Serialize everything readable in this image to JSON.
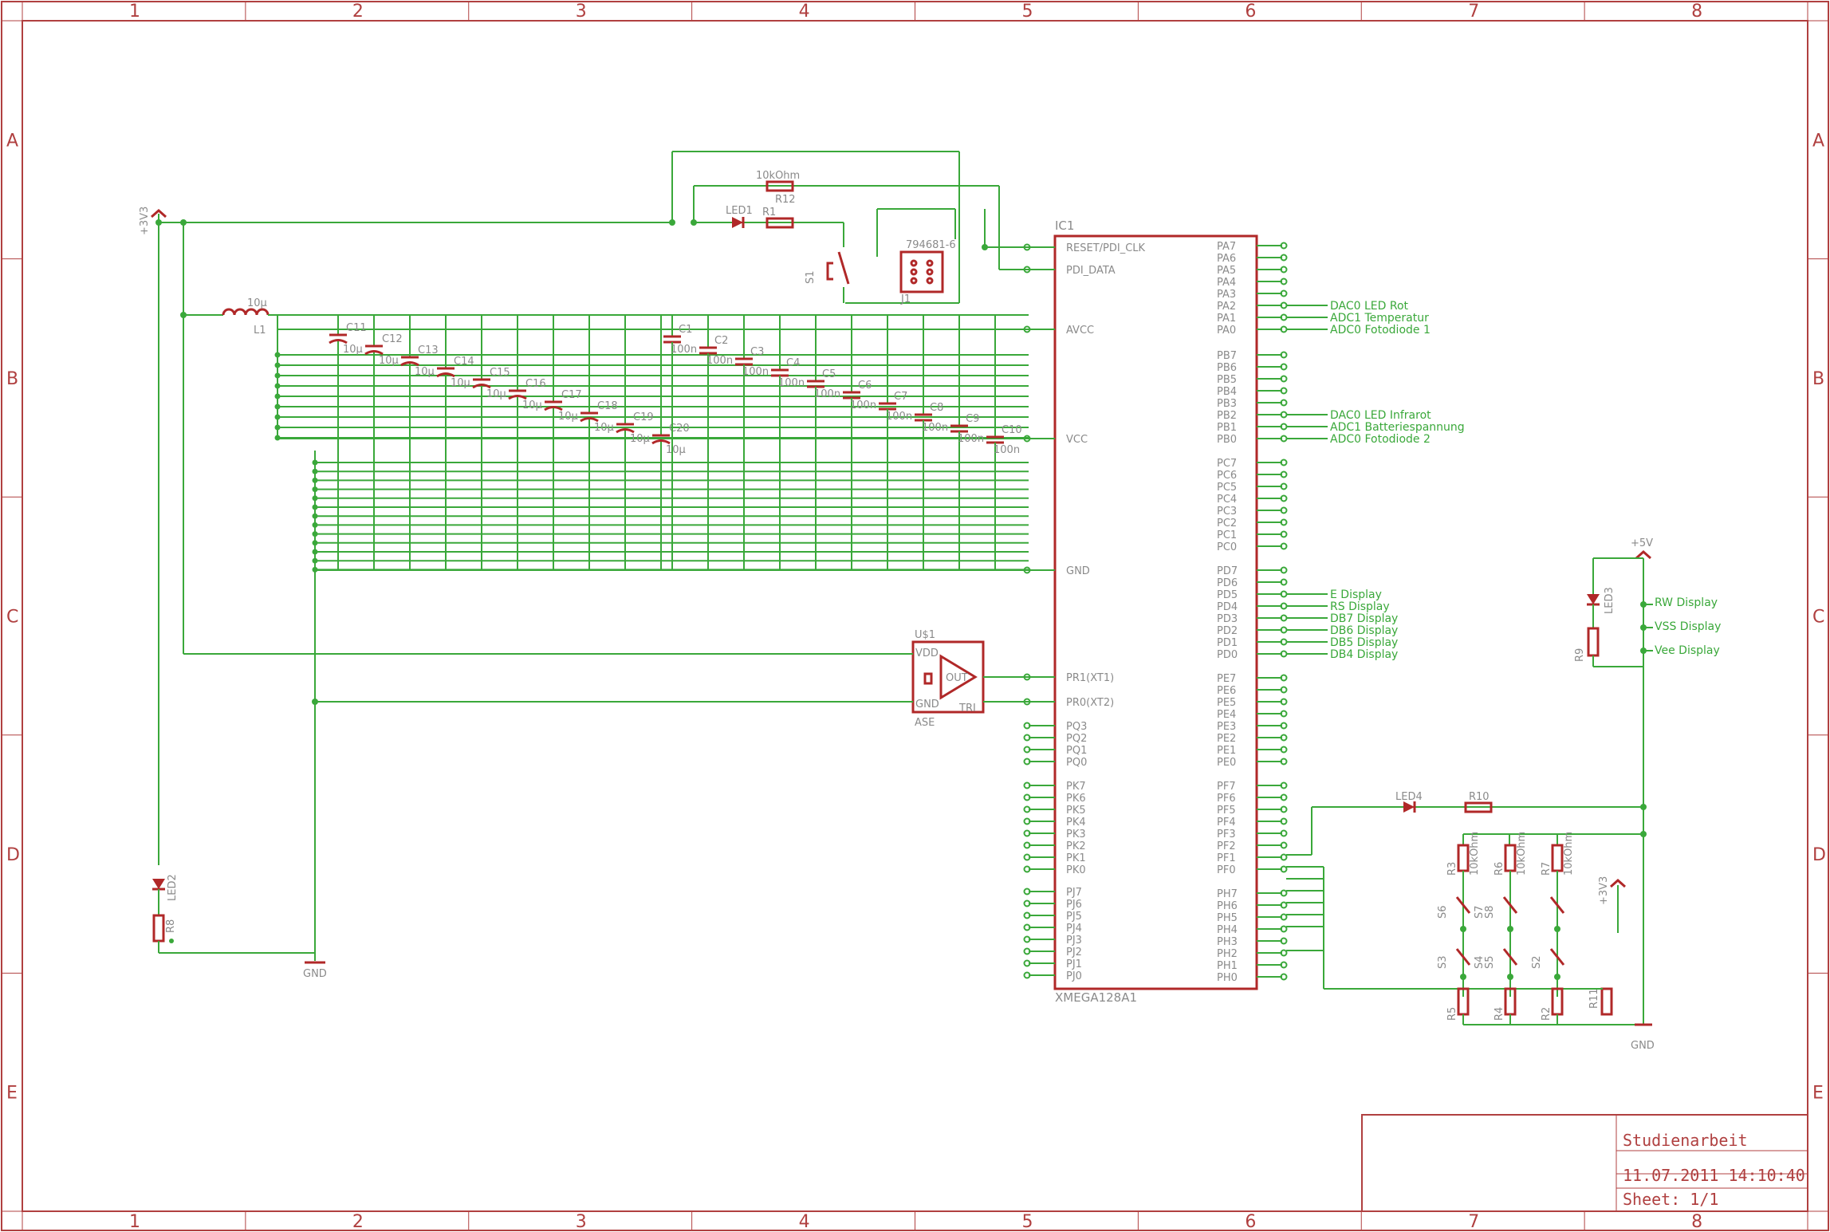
{
  "frame": {
    "columns": [
      "1",
      "2",
      "3",
      "4",
      "5",
      "6",
      "7",
      "8"
    ],
    "rows": [
      "A",
      "B",
      "C",
      "D",
      "E"
    ]
  },
  "title_block": {
    "title": "Studienarbeit",
    "datetime": "11.07.2011 14:10:40",
    "sheet": "Sheet: 1/1"
  },
  "ic1": {
    "name": "IC1",
    "value": "XMEGA128A1",
    "left_pins": [
      "RESET/PDI_CLK",
      "PDI_DATA",
      "AVCC",
      "VCC",
      "GND",
      "PR1(XT1)",
      "PR0(XT2)",
      "PQ3",
      "PQ2",
      "PQ1",
      "PQ0",
      "PK7",
      "PK6",
      "PK5",
      "PK4",
      "PK3",
      "PK2",
      "PK1",
      "PK0",
      "PJ7",
      "PJ6",
      "PJ5",
      "PJ4",
      "PJ3",
      "PJ2",
      "PJ1",
      "PJ0"
    ],
    "right_pins": [
      "PA7",
      "PA6",
      "PA5",
      "PA4",
      "PA3",
      "PA2",
      "PA1",
      "PA0",
      "PB7",
      "PB6",
      "PB5",
      "PB4",
      "PB3",
      "PB2",
      "PB1",
      "PB0",
      "PC7",
      "PC6",
      "PC5",
      "PC4",
      "PC3",
      "PC2",
      "PC1",
      "PC0",
      "PD7",
      "PD6",
      "PD5",
      "PD4",
      "PD3",
      "PD2",
      "PD1",
      "PD0",
      "PE7",
      "PE6",
      "PE5",
      "PE4",
      "PE3",
      "PE2",
      "PE1",
      "PE0",
      "PF7",
      "PF6",
      "PF5",
      "PF4",
      "PF3",
      "PF2",
      "PF1",
      "PF0",
      "PH7",
      "PH6",
      "PH5",
      "PH4",
      "PH3",
      "PH2",
      "PH1",
      "PH0"
    ]
  },
  "nets": {
    "pa2": "DAC0 LED Rot",
    "pa1": "ADC1 Temperatur",
    "pa0": "ADC0 Fotodiode 1",
    "pb2": "DAC0 LED Infrarot",
    "pb1": "ADC1 Batteriespannung",
    "pb0": "ADC0 Fotodiode 2",
    "pd5": "E Display",
    "pd4": "RS Display",
    "pd3": "DB7 Display",
    "pd2": "DB6 Display",
    "pd1": "DB5 Display",
    "pd0": "DB4 Display",
    "rw": "RW Display",
    "vss": "VSS Display",
    "vee": "Vee Display"
  },
  "supplies": {
    "v33": "+3V3",
    "v5": "+5V",
    "gnd": "GND"
  },
  "parts": {
    "r12": "R12",
    "r12_val": "10kOhm",
    "led1": "LED1",
    "r1": "R1",
    "j1": "J1",
    "j1_val": "794681-6",
    "s1": "S1",
    "l1": "L1",
    "l1_val": "10µ",
    "u1": "U$1",
    "u1_val": "ASE",
    "vdd": "VDD",
    "gndpin": "GND",
    "out": "OUT",
    "tri": "TRI",
    "led2": "LED2",
    "r8": "R8",
    "led3": "LED3",
    "r9": "R9",
    "led4": "LED4",
    "r10": "R10",
    "caps_upper": [
      {
        "name": "C11",
        "val": "10µ"
      },
      {
        "name": "C12",
        "val": "10µ"
      },
      {
        "name": "C13",
        "val": "10µ"
      },
      {
        "name": "C14",
        "val": "10µ"
      },
      {
        "name": "C15",
        "val": "10µ"
      },
      {
        "name": "C16",
        "val": "10µ"
      },
      {
        "name": "C17",
        "val": "10µ"
      },
      {
        "name": "C18",
        "val": "10µ"
      },
      {
        "name": "C19",
        "val": "10µ"
      },
      {
        "name": "C20",
        "val": "10µ"
      }
    ],
    "caps_lower": [
      {
        "name": "C1",
        "val": "100n"
      },
      {
        "name": "C2",
        "val": "100n"
      },
      {
        "name": "C3",
        "val": "100n"
      },
      {
        "name": "C4",
        "val": "100n"
      },
      {
        "name": "C5",
        "val": "100n"
      },
      {
        "name": "C6",
        "val": "100n"
      },
      {
        "name": "C7",
        "val": "100n"
      },
      {
        "name": "C8",
        "val": "100n"
      },
      {
        "name": "C9",
        "val": "100n"
      },
      {
        "name": "C10",
        "val": "100n"
      }
    ],
    "keypad": [
      {
        "r": "R3",
        "s1": "S6",
        "s2": "S7",
        "rb": "R5",
        "sb": "S3",
        "sb2": "S4"
      },
      {
        "r": "R6",
        "s1": "S8",
        "s2": "",
        "rb": "R4",
        "sb": "S5",
        "sb2": ""
      },
      {
        "r": "R7",
        "s1": "",
        "s2": "",
        "rb": "R2",
        "sb": "S2",
        "sb2": ""
      }
    ],
    "keypad_val": "10kOhm",
    "r11": "R11"
  }
}
